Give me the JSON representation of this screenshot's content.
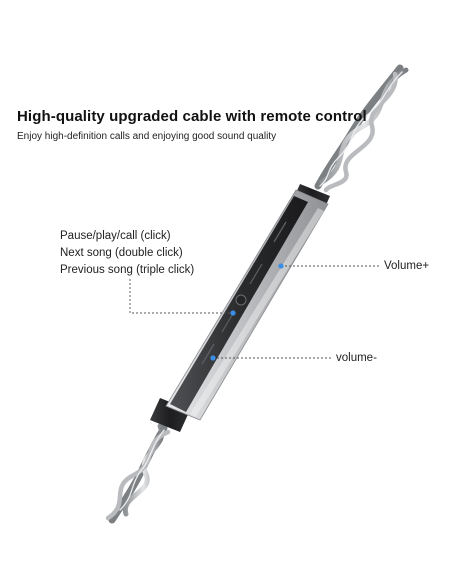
{
  "header": {
    "title": "High-quality upgraded cable with remote control",
    "subtitle": "Enjoy high-definition calls and enjoying good sound quality"
  },
  "functions": [
    "Pause/play/call (click)",
    "Next song (double click)",
    "Previous song (triple click)"
  ],
  "callouts": {
    "volume_up": "Volume+",
    "volume_down": "volume-"
  },
  "icons": {
    "remote": "inline-remote-control",
    "cable": "braided-cable",
    "marker": "blue-dot"
  },
  "colors": {
    "text": "#222222",
    "marker": "#3b8ee6",
    "leader": "#555555",
    "casing_dark": "#2a2a2c",
    "casing_silver": "#c8c9cb"
  }
}
